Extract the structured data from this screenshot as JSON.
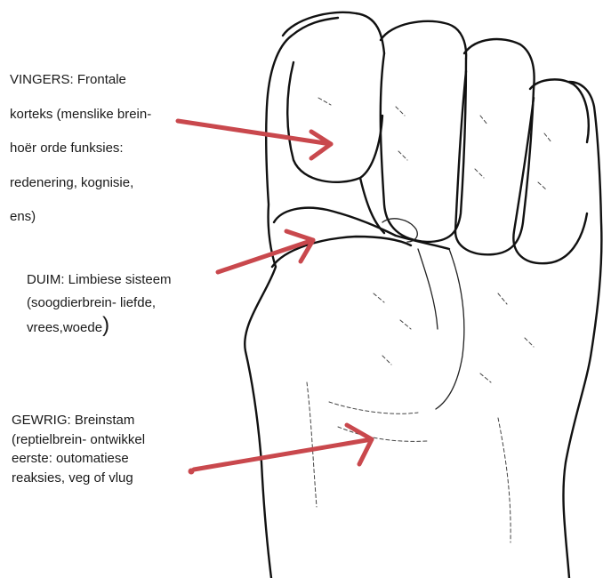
{
  "diagram": {
    "labels": {
      "vingers": {
        "lines": [
          "VINGERS: Frontale",
          "korteks (menslike brein-",
          "hoër orde funksies:",
          "redenering, kognisie,",
          "ens)"
        ]
      },
      "duim": {
        "lines": [
          "DUIM:  Limbiese sisteem",
          "(soogdierbrein- liefde,",
          "vrees,woede"
        ],
        "closing": ")"
      },
      "gewrig": {
        "lines": [
          "GEWRIG: Breinstam",
          "(reptielbrein- ontwikkel",
          "eerste: outomatiese",
          "reaksies, veg of vlug"
        ]
      }
    },
    "colors": {
      "arrow": "#c9484d",
      "outline": "#111111",
      "background": "#ffffff"
    },
    "icons": {
      "hand": "closed-fist-drawing",
      "pointer": "red-arrow"
    }
  }
}
